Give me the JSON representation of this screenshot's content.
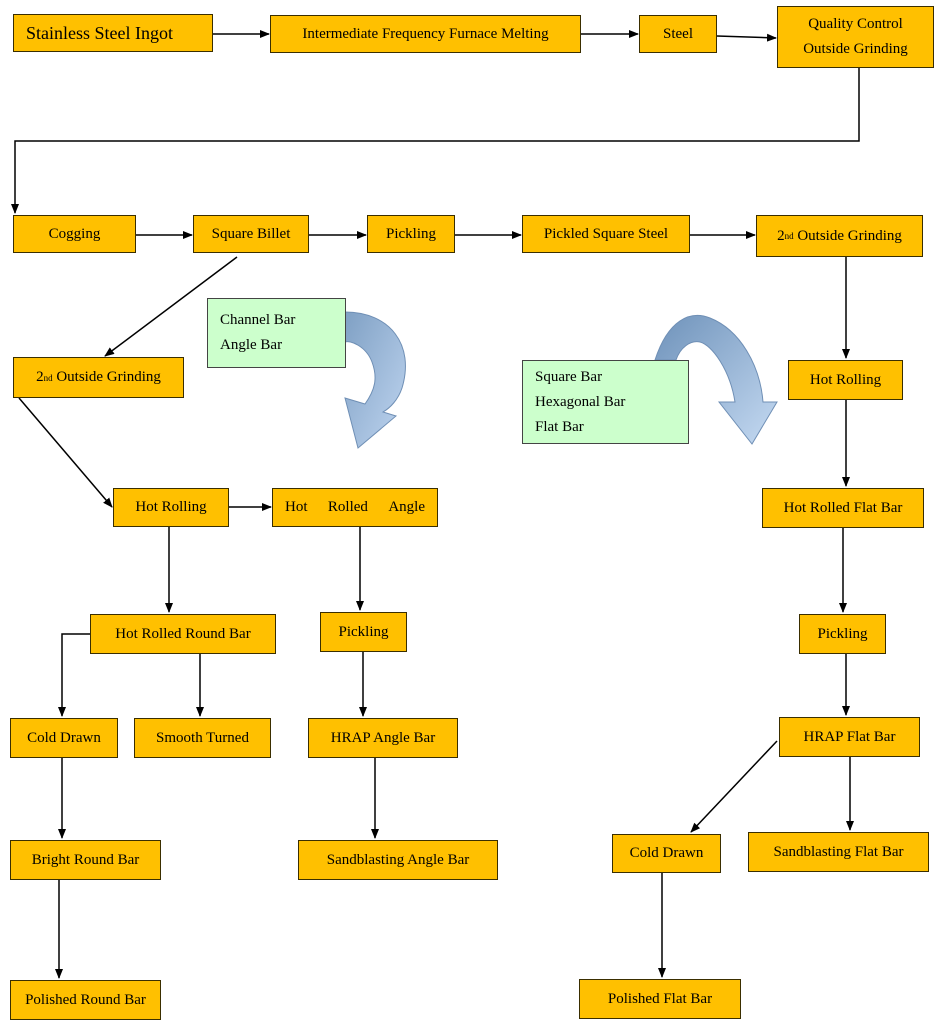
{
  "nodes": {
    "stainless_ingot": "Stainless Steel Ingot",
    "furnace": "Intermediate Frequency Furnace Melting",
    "steel": "Steel",
    "qc_line1": "Quality Control",
    "qc_line2": "Outside Grinding",
    "cogging": "Cogging",
    "square_billet": "Square Billet",
    "pickling_top": "Pickling",
    "pickled_square": "Pickled Square Steel",
    "grinding_right_prefix": "2",
    "grinding_right_sup": "nd",
    "grinding_right_rest": " Outside Grinding",
    "grinding_left_prefix": "2",
    "grinding_left_sup": "nd",
    "grinding_left_rest": " Outside Grinding",
    "hot_rolling_left": "Hot Rolling",
    "hot_rolled_angle_1": "Hot",
    "hot_rolled_angle_2": "Rolled",
    "hot_rolled_angle_3": "Angle",
    "hot_rolled_round": "Hot Rolled Round Bar",
    "cold_drawn_left": "Cold Drawn",
    "smooth_turned": "Smooth Turned",
    "bright_round": "Bright Round Bar",
    "polished_round": "Polished Round Bar",
    "pickling_mid": "Pickling",
    "hrap_angle": "HRAP Angle Bar",
    "sandblasting_angle": "Sandblasting Angle Bar",
    "hot_rolling_right": "Hot Rolling",
    "hot_rolled_flat": "Hot Rolled Flat Bar",
    "pickling_right": "Pickling",
    "hrap_flat": "HRAP Flat Bar",
    "cold_drawn_right": "Cold Drawn",
    "sandblasting_flat": "Sandblasting Flat Bar",
    "polished_flat": "Polished Flat Bar"
  },
  "notes": {
    "left": [
      "Channel Bar",
      "Angle Bar"
    ],
    "right": [
      "Square Bar",
      "Hexagonal Bar",
      "Flat Bar"
    ]
  },
  "colors": {
    "node_fill": "#FFC000",
    "note_fill": "#CCFFCC",
    "curved_arrow": "#8FB4DE"
  }
}
